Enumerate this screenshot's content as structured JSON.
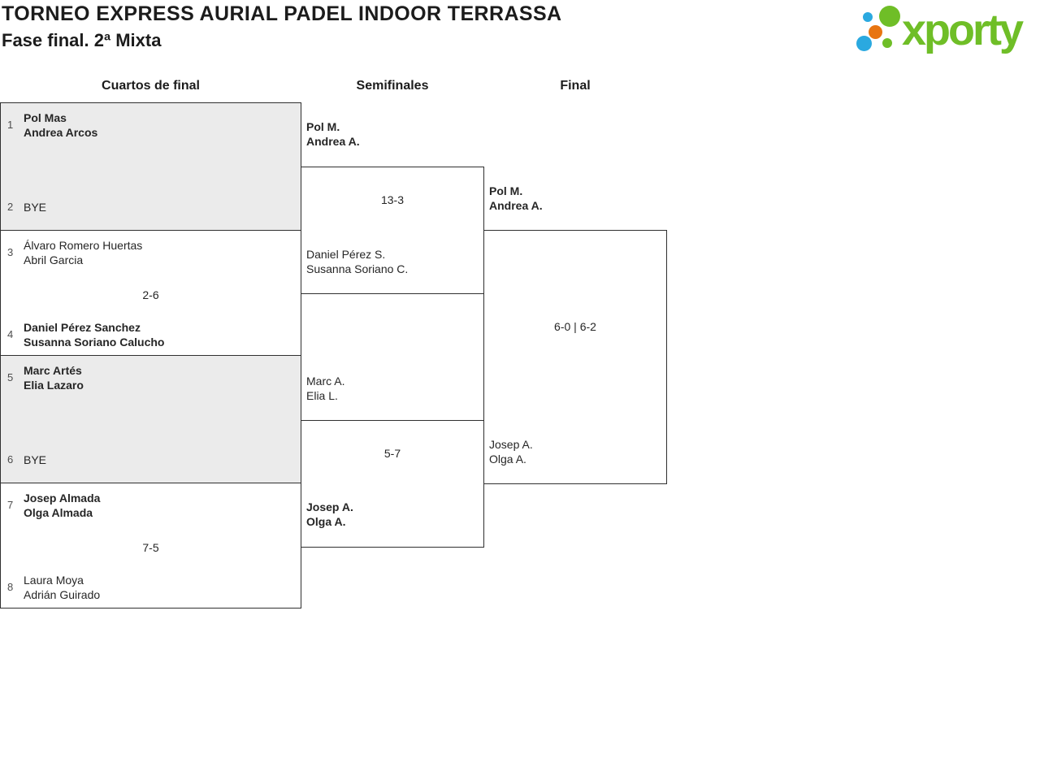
{
  "header": {
    "title": "TORNEO EXPRESS AURIAL PADEL INDOOR TERRASSA",
    "subtitle": "Fase final. 2ª Mixta"
  },
  "logo": {
    "text": "xporty",
    "colors": {
      "green": "#6fbe27",
      "blue": "#2aa9e0",
      "orange": "#e87511"
    }
  },
  "round_headers": {
    "quarterfinals": "Cuartos de final",
    "semifinals": "Semifinales",
    "final": "Final"
  },
  "quarterfinals": [
    {
      "top": {
        "seed": "1",
        "line1": "Pol Mas",
        "line2": "Andrea Arcos"
      },
      "score": "",
      "bottom": {
        "seed": "2",
        "line1": "BYE",
        "line2": ""
      }
    },
    {
      "top": {
        "seed": "3",
        "line1": "Álvaro Romero Huertas",
        "line2": "Abril Garcia"
      },
      "score": "2-6",
      "bottom": {
        "seed": "4",
        "line1": "Daniel Pérez Sanchez",
        "line2": "Susanna Soriano Calucho"
      }
    },
    {
      "top": {
        "seed": "5",
        "line1": "Marc Artés",
        "line2": "Elia Lazaro"
      },
      "score": "",
      "bottom": {
        "seed": "6",
        "line1": "BYE",
        "line2": ""
      }
    },
    {
      "top": {
        "seed": "7",
        "line1": "Josep Almada",
        "line2": "Olga Almada"
      },
      "score": "7-5",
      "bottom": {
        "seed": "8",
        "line1": "Laura Moya",
        "line2": "Adrián Guirado"
      }
    }
  ],
  "semifinals": [
    {
      "top": {
        "line1": "Pol M.",
        "line2": "Andrea A."
      },
      "score": "13-3",
      "bottom": {
        "line1": "Daniel Pérez S.",
        "line2": "Susanna Soriano C."
      }
    },
    {
      "top": {
        "line1": "Marc A.",
        "line2": "Elia L."
      },
      "score": "5-7",
      "bottom": {
        "line1": "Josep A.",
        "line2": "Olga A."
      }
    }
  ],
  "final": {
    "top": {
      "line1": "Pol M.",
      "line2": "Andrea A."
    },
    "score": "6-0 | 6-2",
    "bottom": {
      "line1": "Josep A.",
      "line2": "Olga A."
    }
  },
  "colors": {
    "box_grey": "#ebebeb",
    "border": "#303030"
  }
}
